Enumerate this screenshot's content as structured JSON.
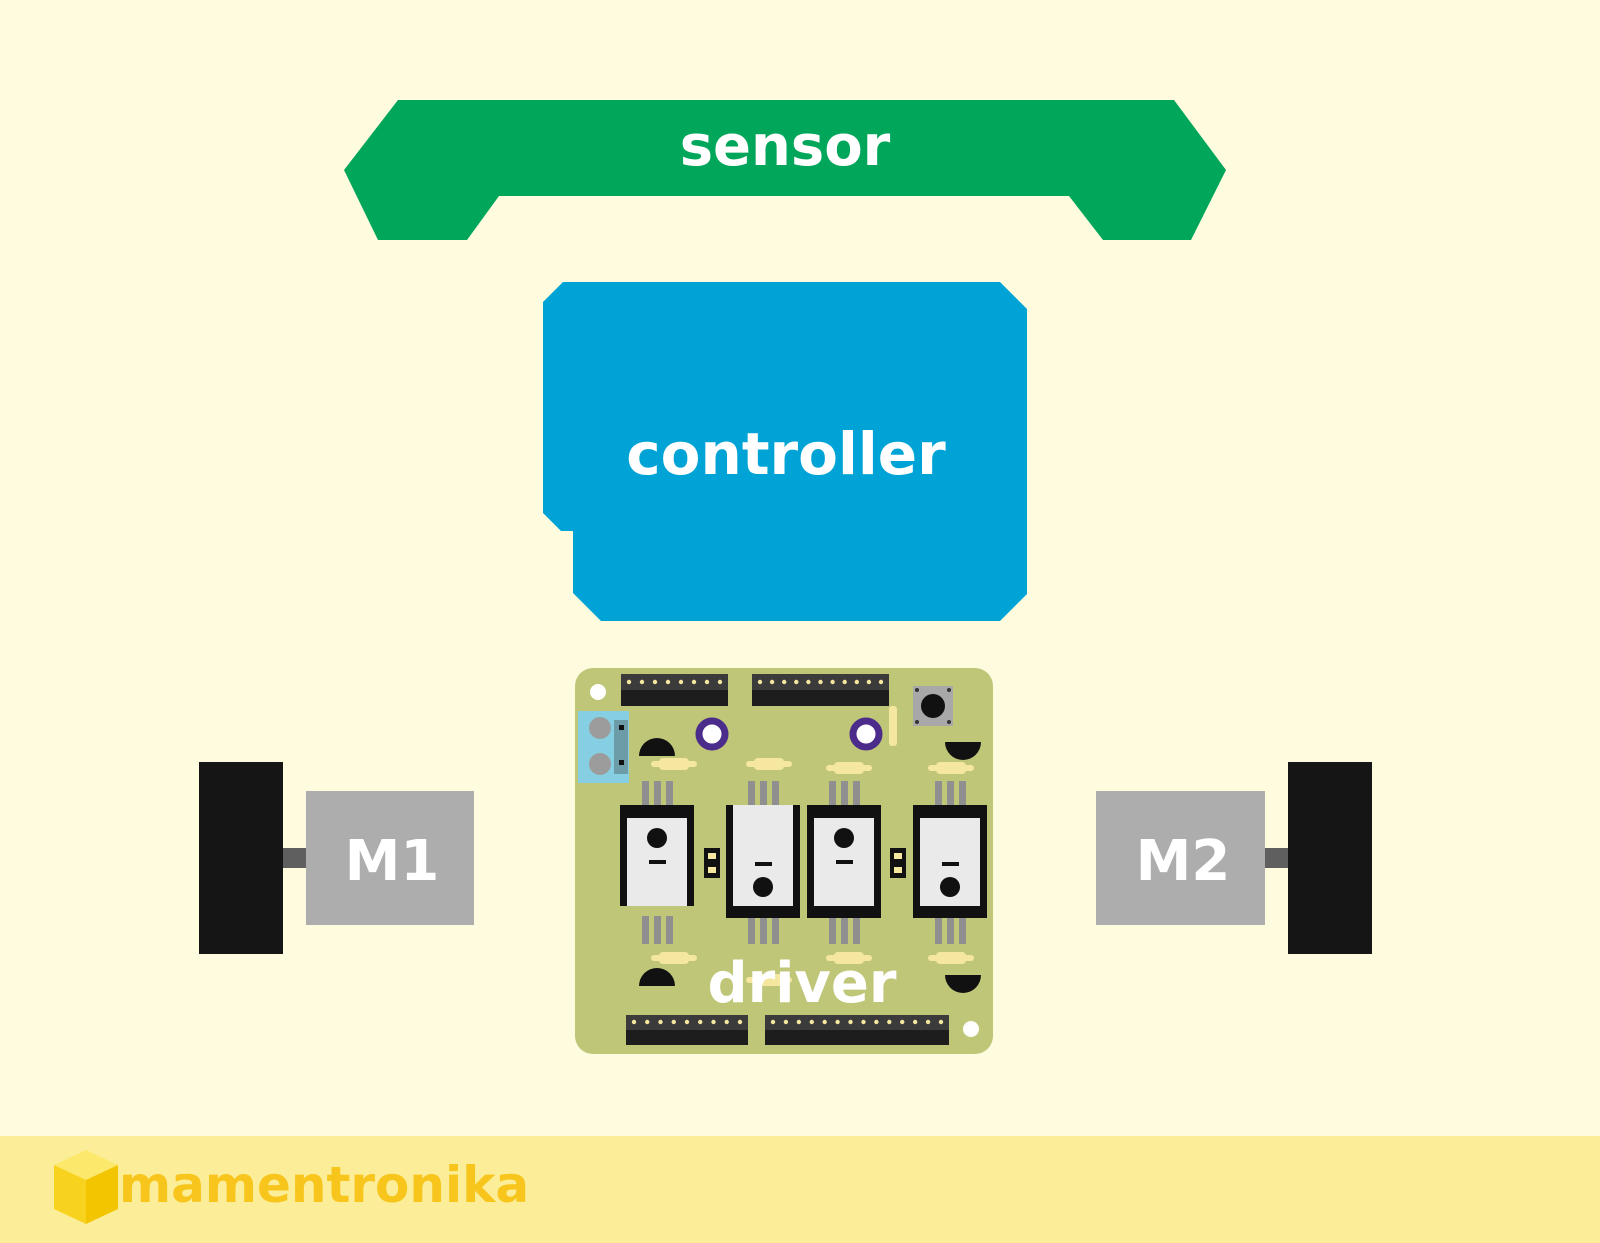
{
  "diagram": {
    "sensor": {
      "label": "sensor",
      "color": "#00a659"
    },
    "controller": {
      "label": "controller",
      "color": "#00a3d5"
    },
    "driver": {
      "label": "driver",
      "board_color": "#bfc677"
    },
    "motor_left": {
      "label": "M1",
      "color": "#adadad"
    },
    "motor_right": {
      "label": "M2",
      "color": "#adadad"
    },
    "wheel_color": "#151515"
  },
  "footer": {
    "brand": "mamentronika",
    "band_color": "#fcee99",
    "brand_color": "#f7c51c"
  }
}
